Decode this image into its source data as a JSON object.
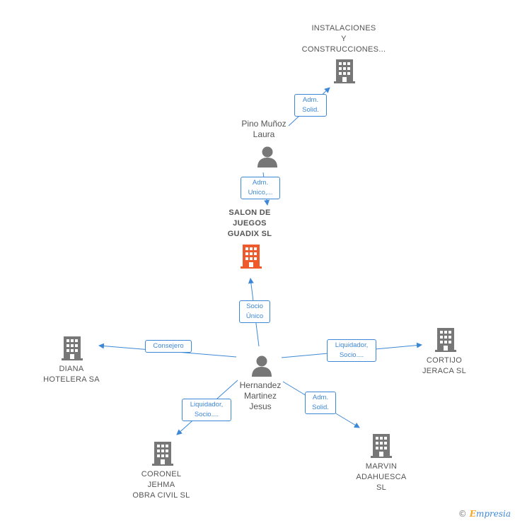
{
  "colors": {
    "edge": "#3d88d6",
    "building": "#777777",
    "main_building": "#ee5a2b",
    "person": "#777777"
  },
  "nodes": {
    "instalaciones": {
      "label": "INSTALACIONES\nY\nCONSTRUCCIONES...",
      "icon": "building-icon"
    },
    "pino": {
      "label": "Pino Muñoz\nLaura",
      "icon": "person-icon"
    },
    "salon": {
      "label": "SALON DE\nJUEGOS\nGUADIX  SL",
      "icon": "building-icon"
    },
    "hernandez": {
      "label": "Hernandez\nMartinez\nJesus",
      "icon": "person-icon"
    },
    "diana": {
      "label": "DIANA\nHOTELERA SA",
      "icon": "building-icon"
    },
    "cortijo": {
      "label": "CORTIJO\nJERACA  SL",
      "icon": "building-icon"
    },
    "coronel": {
      "label": "CORONEL\nJEHMA\nOBRA CIVIL  SL",
      "icon": "building-icon"
    },
    "marvin": {
      "label": "MARVIN\nADAHUESCA\nSL",
      "icon": "building-icon"
    }
  },
  "edges": {
    "pino_instalaciones": "Adm.\nSolid.",
    "pino_salon": "Adm.\nUnico,...",
    "hernandez_salon": "Socio\nÚnico",
    "hernandez_diana": "Consejero",
    "hernandez_cortijo": "Liquidador,\nSocio....",
    "hernandez_coronel": "Liquidador,\nSocio....",
    "hernandez_marvin": "Adm.\nSolid."
  },
  "brand": {
    "copyright": "©",
    "initial": "E",
    "name": "mpresia"
  }
}
